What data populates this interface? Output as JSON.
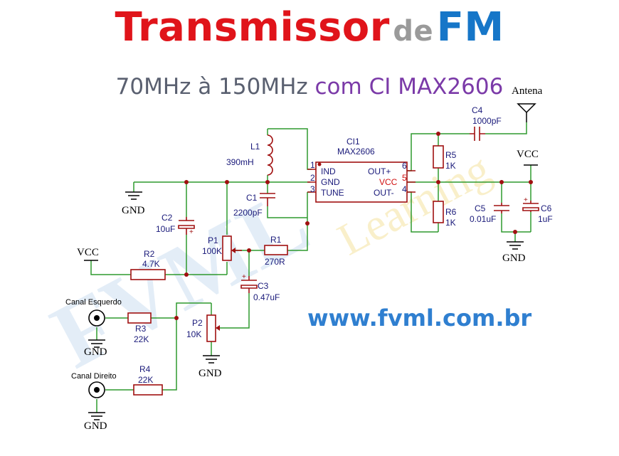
{
  "title": {
    "part1": "Transmissor",
    "part2": "de",
    "part3": "FM"
  },
  "subtitle": {
    "part1": "70MHz à 150MHz",
    "part2": "com CI MAX2606"
  },
  "website": "www.fvml.com.br",
  "watermark": {
    "text1": "FVML",
    "text2": "Learning"
  },
  "colors": {
    "title_red": "#e0141a",
    "title_blue": "#1676c8",
    "wire_green": "#2e9a2e",
    "component_red": "#a01010",
    "label_navy": "#1a1a7a"
  },
  "ic": {
    "name": "CI1",
    "part": "MAX2606",
    "pins_left": [
      {
        "num": "1",
        "label": "IND"
      },
      {
        "num": "2",
        "label": "GND"
      },
      {
        "num": "3",
        "label": "TUNE"
      }
    ],
    "pins_right": [
      {
        "num": "6",
        "label": "OUT+"
      },
      {
        "num": "5",
        "label": "VCC"
      },
      {
        "num": "4",
        "label": "OUT-"
      }
    ]
  },
  "components": {
    "L1": {
      "name": "L1",
      "value": "390mH"
    },
    "C1": {
      "name": "C1",
      "value": "2200pF"
    },
    "C2": {
      "name": "C2",
      "value": "10uF"
    },
    "C3": {
      "name": "C3",
      "value": "0.47uF"
    },
    "C4": {
      "name": "C4",
      "value": "1000pF"
    },
    "C5": {
      "name": "C5",
      "value": "0.01uF"
    },
    "C6": {
      "name": "C6",
      "value": "1uF"
    },
    "R1": {
      "name": "R1",
      "value": "270R"
    },
    "R2": {
      "name": "R2",
      "value": "4.7K"
    },
    "R3": {
      "name": "R3",
      "value": "22K"
    },
    "R4": {
      "name": "R4",
      "value": "22K"
    },
    "R5": {
      "name": "R5",
      "value": "1K"
    },
    "R6": {
      "name": "R6",
      "value": "1K"
    },
    "P1": {
      "name": "P1",
      "value": "100K"
    },
    "P2": {
      "name": "P2",
      "value": "10K"
    }
  },
  "labels": {
    "antenna": "Antena",
    "vcc": "VCC",
    "gnd": "GND",
    "left_channel": "Canal Esquerdo",
    "right_channel": "Canal Direito",
    "plus": "+"
  }
}
